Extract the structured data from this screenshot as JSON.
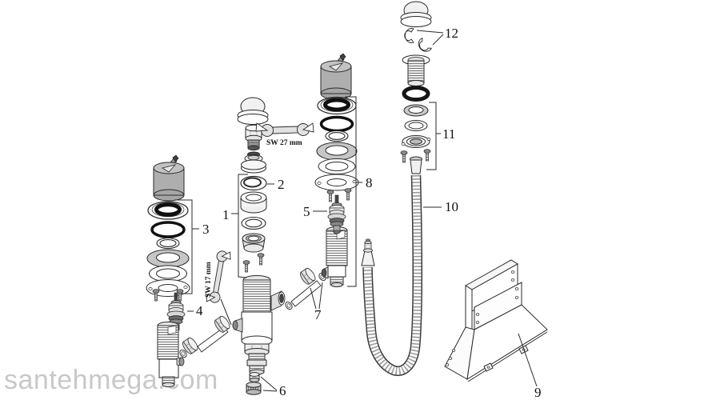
{
  "diagram": {
    "watermark": "santehmega.com",
    "tools": {
      "sw27": "SW 27 mm",
      "sw17": "SW 17 mm"
    },
    "labels": {
      "p1": "1",
      "p2": "2",
      "p3": "3",
      "p4": "4",
      "p5": "5",
      "p6": "6",
      "p7": "7",
      "p8": "8",
      "p9": "9",
      "p10": "10",
      "p11": "11",
      "p12": "12"
    },
    "colors": {
      "line": "#2a2a2a",
      "handle": "#aeaeae",
      "watermark": "#c8c8c8",
      "background": "#ffffff"
    }
  }
}
